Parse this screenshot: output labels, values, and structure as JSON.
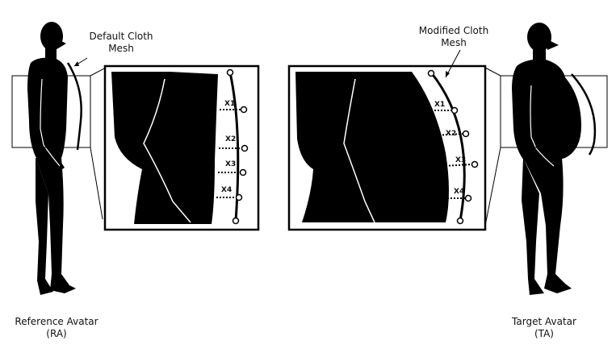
{
  "labels": {
    "default_mesh_line1": "Default Cloth",
    "default_mesh_line2": "Mesh",
    "modified_mesh_line1": "Modified Cloth",
    "modified_mesh_line2": "Mesh",
    "reference_line1": "Reference Avatar",
    "reference_line2": "(RA)",
    "target_line1": "Target Avatar",
    "target_line2": "(TA)"
  },
  "left_inset_markers": [
    "X1",
    "X2",
    "X3",
    "X4"
  ],
  "right_inset_markers": [
    "X1",
    "X2",
    "X3",
    "X4"
  ]
}
